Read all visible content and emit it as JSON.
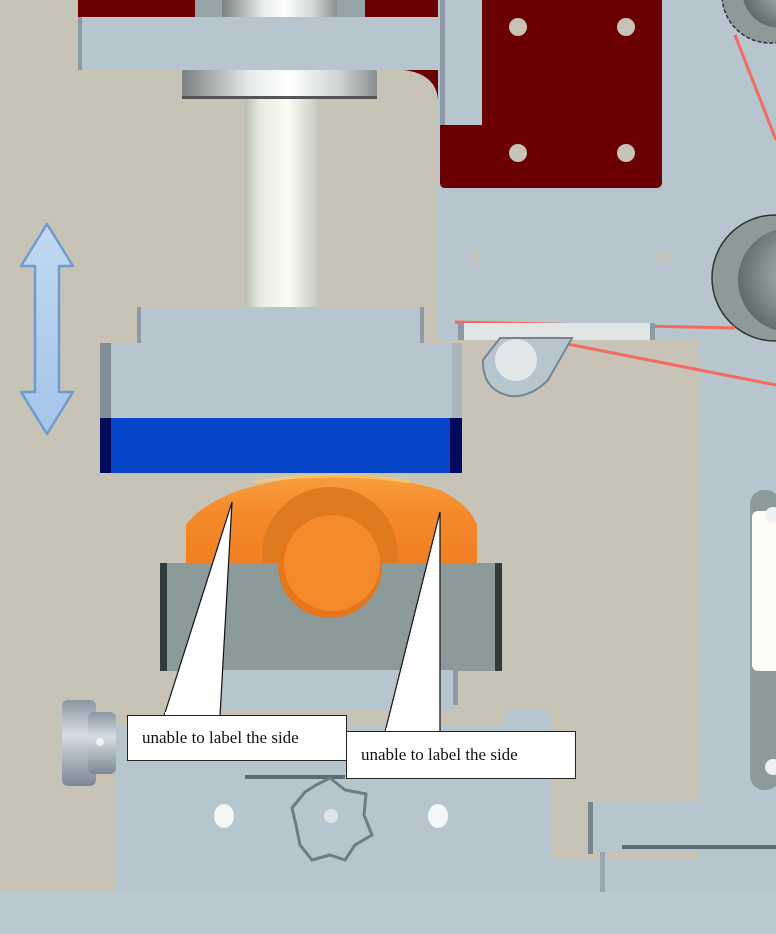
{
  "diagram": {
    "description": "CAD side view of a press mechanism with orange part seated in a grey fixture",
    "colors": {
      "background": "#c7c3b7",
      "frame_steel": "#b7c5cf",
      "dark_red_plate": "#6b0000",
      "blue_pad": "#0645c8",
      "blue_pad_edge": "#020a5c",
      "orange_part": "#f58a2c",
      "fixture_grey": "#8d9a9a",
      "laser_line": "#f26b5e",
      "arrow_fill": "#b4cfef",
      "arrow_stroke": "#6f9ccc"
    },
    "motion_arrow": {
      "direction": "vertical-bidirectional"
    },
    "callouts": [
      {
        "id": "left",
        "text": "unable to label the side"
      },
      {
        "id": "right",
        "text": "unable to label the side"
      }
    ]
  }
}
